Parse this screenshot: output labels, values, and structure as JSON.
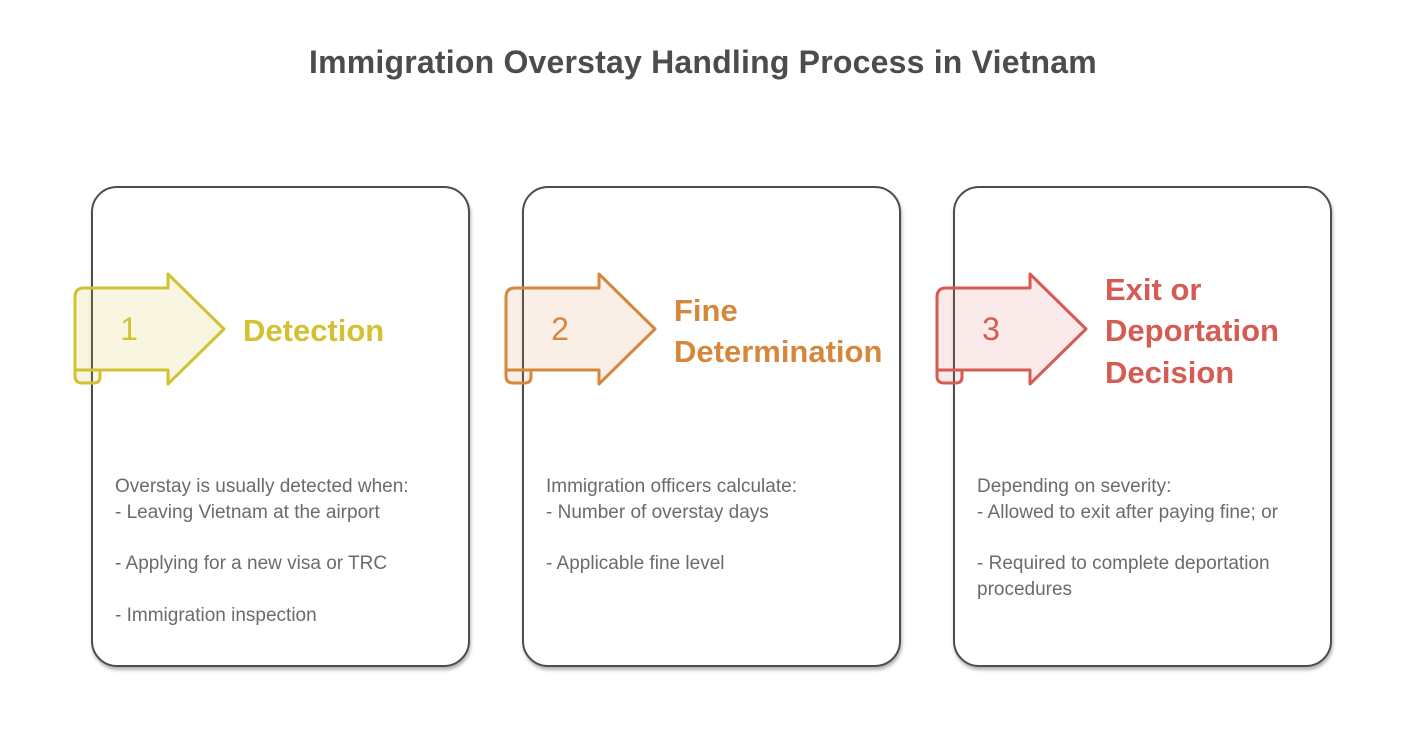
{
  "page": {
    "title": "Immigration Overstay Handling Process in Vietnam"
  },
  "colors": {
    "card_border": "#4d4d4d",
    "body_text": "#6b6b6b",
    "title_text": "#4c4c4c"
  },
  "steps": [
    {
      "number": "1",
      "heading": "Detection",
      "accent": "#d2c233",
      "fill": "rgba(210,194,51,0.15)",
      "paragraphs": [
        "Overstay is usually detected when:\n- Leaving Vietnam at the airport",
        "- Applying for a new visa or TRC",
        "- Immigration inspection"
      ]
    },
    {
      "number": "2",
      "heading": "Fine\nDetermination",
      "accent": "#d5873c",
      "fill": "rgba(213,135,60,0.13)",
      "paragraphs": [
        "Immigration officers calculate:\n- Number of overstay days",
        "- Applicable fine level"
      ]
    },
    {
      "number": "3",
      "heading": "Exit or\nDeportation\nDecision",
      "accent": "#d55b53",
      "fill": "rgba(213,91,83,0.13)",
      "paragraphs": [
        "Depending on severity:\n- Allowed to exit after paying fine; or",
        "- Required to complete deportation procedures"
      ]
    }
  ]
}
